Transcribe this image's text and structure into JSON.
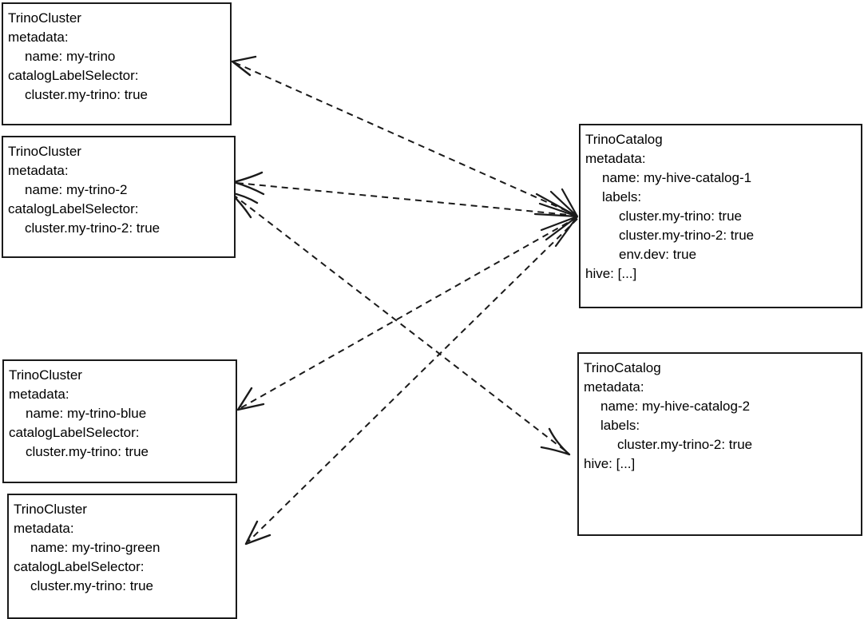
{
  "diagram": {
    "title": "TrinoCluster catalogLabelSelector to TrinoCatalog labels matching",
    "background_color": "#ffffff",
    "stroke_color": "#1a1a1a",
    "edge_style": "dashed",
    "edge_dash": "8 6",
    "edge_width": 2
  },
  "nodes": [
    {
      "id": "trinocluster-my-trino",
      "kind": "TrinoCluster",
      "lines": [
        {
          "text": "TrinoCluster",
          "indent": 0
        },
        {
          "text": "metadata:",
          "indent": 0
        },
        {
          "text": "name: my-trino",
          "indent": 1
        },
        {
          "text": "catalogLabelSelector:",
          "indent": 0
        },
        {
          "text": "cluster.my-trino: true",
          "indent": 1
        }
      ]
    },
    {
      "id": "trinocluster-my-trino-2",
      "kind": "TrinoCluster",
      "lines": [
        {
          "text": "TrinoCluster",
          "indent": 0
        },
        {
          "text": "metadata:",
          "indent": 0
        },
        {
          "text": "name: my-trino-2",
          "indent": 1
        },
        {
          "text": "catalogLabelSelector:",
          "indent": 0
        },
        {
          "text": "cluster.my-trino-2: true",
          "indent": 1
        }
      ]
    },
    {
      "id": "trinocluster-my-trino-blue",
      "kind": "TrinoCluster",
      "lines": [
        {
          "text": "TrinoCluster",
          "indent": 0
        },
        {
          "text": "metadata:",
          "indent": 0
        },
        {
          "text": "name: my-trino-blue",
          "indent": 1
        },
        {
          "text": "catalogLabelSelector:",
          "indent": 0
        },
        {
          "text": "cluster.my-trino: true",
          "indent": 1
        }
      ]
    },
    {
      "id": "trinocluster-my-trino-green",
      "kind": "TrinoCluster",
      "lines": [
        {
          "text": "TrinoCluster",
          "indent": 0
        },
        {
          "text": "metadata:",
          "indent": 0
        },
        {
          "text": "name: my-trino-green",
          "indent": 1
        },
        {
          "text": "catalogLabelSelector:",
          "indent": 0
        },
        {
          "text": "cluster.my-trino: true",
          "indent": 1
        }
      ]
    },
    {
      "id": "trinocatalog-my-hive-catalog-1",
      "kind": "TrinoCatalog",
      "lines": [
        {
          "text": "TrinoCatalog",
          "indent": 0
        },
        {
          "text": "metadata:",
          "indent": 0
        },
        {
          "text": "name: my-hive-catalog-1",
          "indent": 1
        },
        {
          "text": "labels:",
          "indent": 1
        },
        {
          "text": "cluster.my-trino: true",
          "indent": 2
        },
        {
          "text": "cluster.my-trino-2: true",
          "indent": 2
        },
        {
          "text": "env.dev: true",
          "indent": 2
        },
        {
          "text": "hive: [...]",
          "indent": 0
        }
      ]
    },
    {
      "id": "trinocatalog-my-hive-catalog-2",
      "kind": "TrinoCatalog",
      "lines": [
        {
          "text": "TrinoCatalog",
          "indent": 0
        },
        {
          "text": "metadata:",
          "indent": 0
        },
        {
          "text": "name: my-hive-catalog-2",
          "indent": 1
        },
        {
          "text": "labels:",
          "indent": 1
        },
        {
          "text": "cluster.my-trino-2: true",
          "indent": 2
        },
        {
          "text": "hive: [...]",
          "indent": 0
        }
      ]
    }
  ],
  "edges": [
    {
      "id": "edge-catalog1-to-my-trino",
      "from": "trinocatalog-my-hive-catalog-1",
      "to": "trinocluster-my-trino"
    },
    {
      "id": "edge-catalog1-to-my-trino-2",
      "from": "trinocatalog-my-hive-catalog-1",
      "to": "trinocluster-my-trino-2"
    },
    {
      "id": "edge-catalog1-to-my-trino-blue",
      "from": "trinocatalog-my-hive-catalog-1",
      "to": "trinocluster-my-trino-blue"
    },
    {
      "id": "edge-catalog1-to-my-trino-green",
      "from": "trinocatalog-my-hive-catalog-1",
      "to": "trinocluster-my-trino-green"
    },
    {
      "id": "edge-my-trino-2-to-catalog2",
      "from": "trinocluster-my-trino-2",
      "to": "trinocatalog-my-hive-catalog-2"
    }
  ]
}
